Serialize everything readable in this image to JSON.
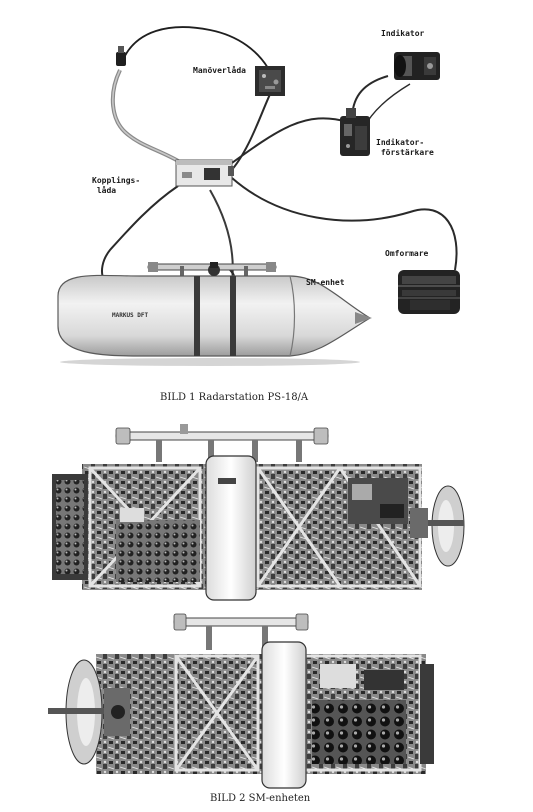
{
  "figure1": {
    "labels": {
      "indikator": "Indikator",
      "manoverlada": "Manöverlåda",
      "indikator_forstarkare": "Indikator-\n förstärkare",
      "kopplingslada": "Kopplings-\n låda",
      "omformare": "Omformare",
      "sm_enhet": "SM-enhet",
      "stamp": "MARKUS DFT"
    },
    "caption": "BILD 1 Radarstation PS-18/A"
  },
  "figure2": {
    "caption": "BILD 2 SM-enheten"
  },
  "colors": {
    "ink": "#1a1a1a",
    "metal_light": "#e8e8e8",
    "metal_mid": "#9a9a9a",
    "metal_dark": "#3a3a3a"
  }
}
